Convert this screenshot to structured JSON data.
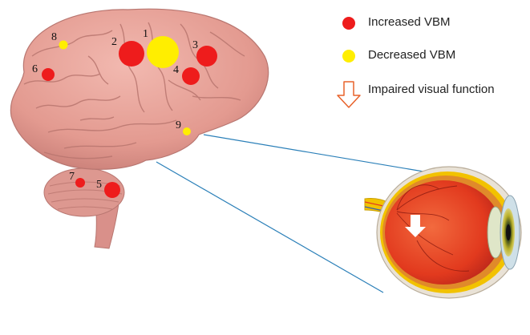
{
  "legend": {
    "increased": {
      "label": "Increased VBM",
      "color": "#ee1c1c"
    },
    "decreased": {
      "label": "Decreased VBM",
      "color": "#ffee00"
    },
    "impaired": {
      "label": "Impaired visual function",
      "color": "#e8622a"
    }
  },
  "regions": [
    {
      "id": "1",
      "type": "decreased"
    },
    {
      "id": "2",
      "type": "increased"
    },
    {
      "id": "3",
      "type": "increased"
    },
    {
      "id": "4",
      "type": "increased"
    },
    {
      "id": "5",
      "type": "increased"
    },
    {
      "id": "6",
      "type": "increased"
    },
    {
      "id": "7",
      "type": "increased"
    },
    {
      "id": "8",
      "type": "decreased"
    },
    {
      "id": "9",
      "type": "decreased"
    }
  ],
  "colors": {
    "brain_fill": "#e8a39a",
    "brain_shade": "#c97f78",
    "connector_line": "#2a7fb8",
    "eye_inner": "#e23a1e",
    "arrow_fill": "#ffffff"
  }
}
